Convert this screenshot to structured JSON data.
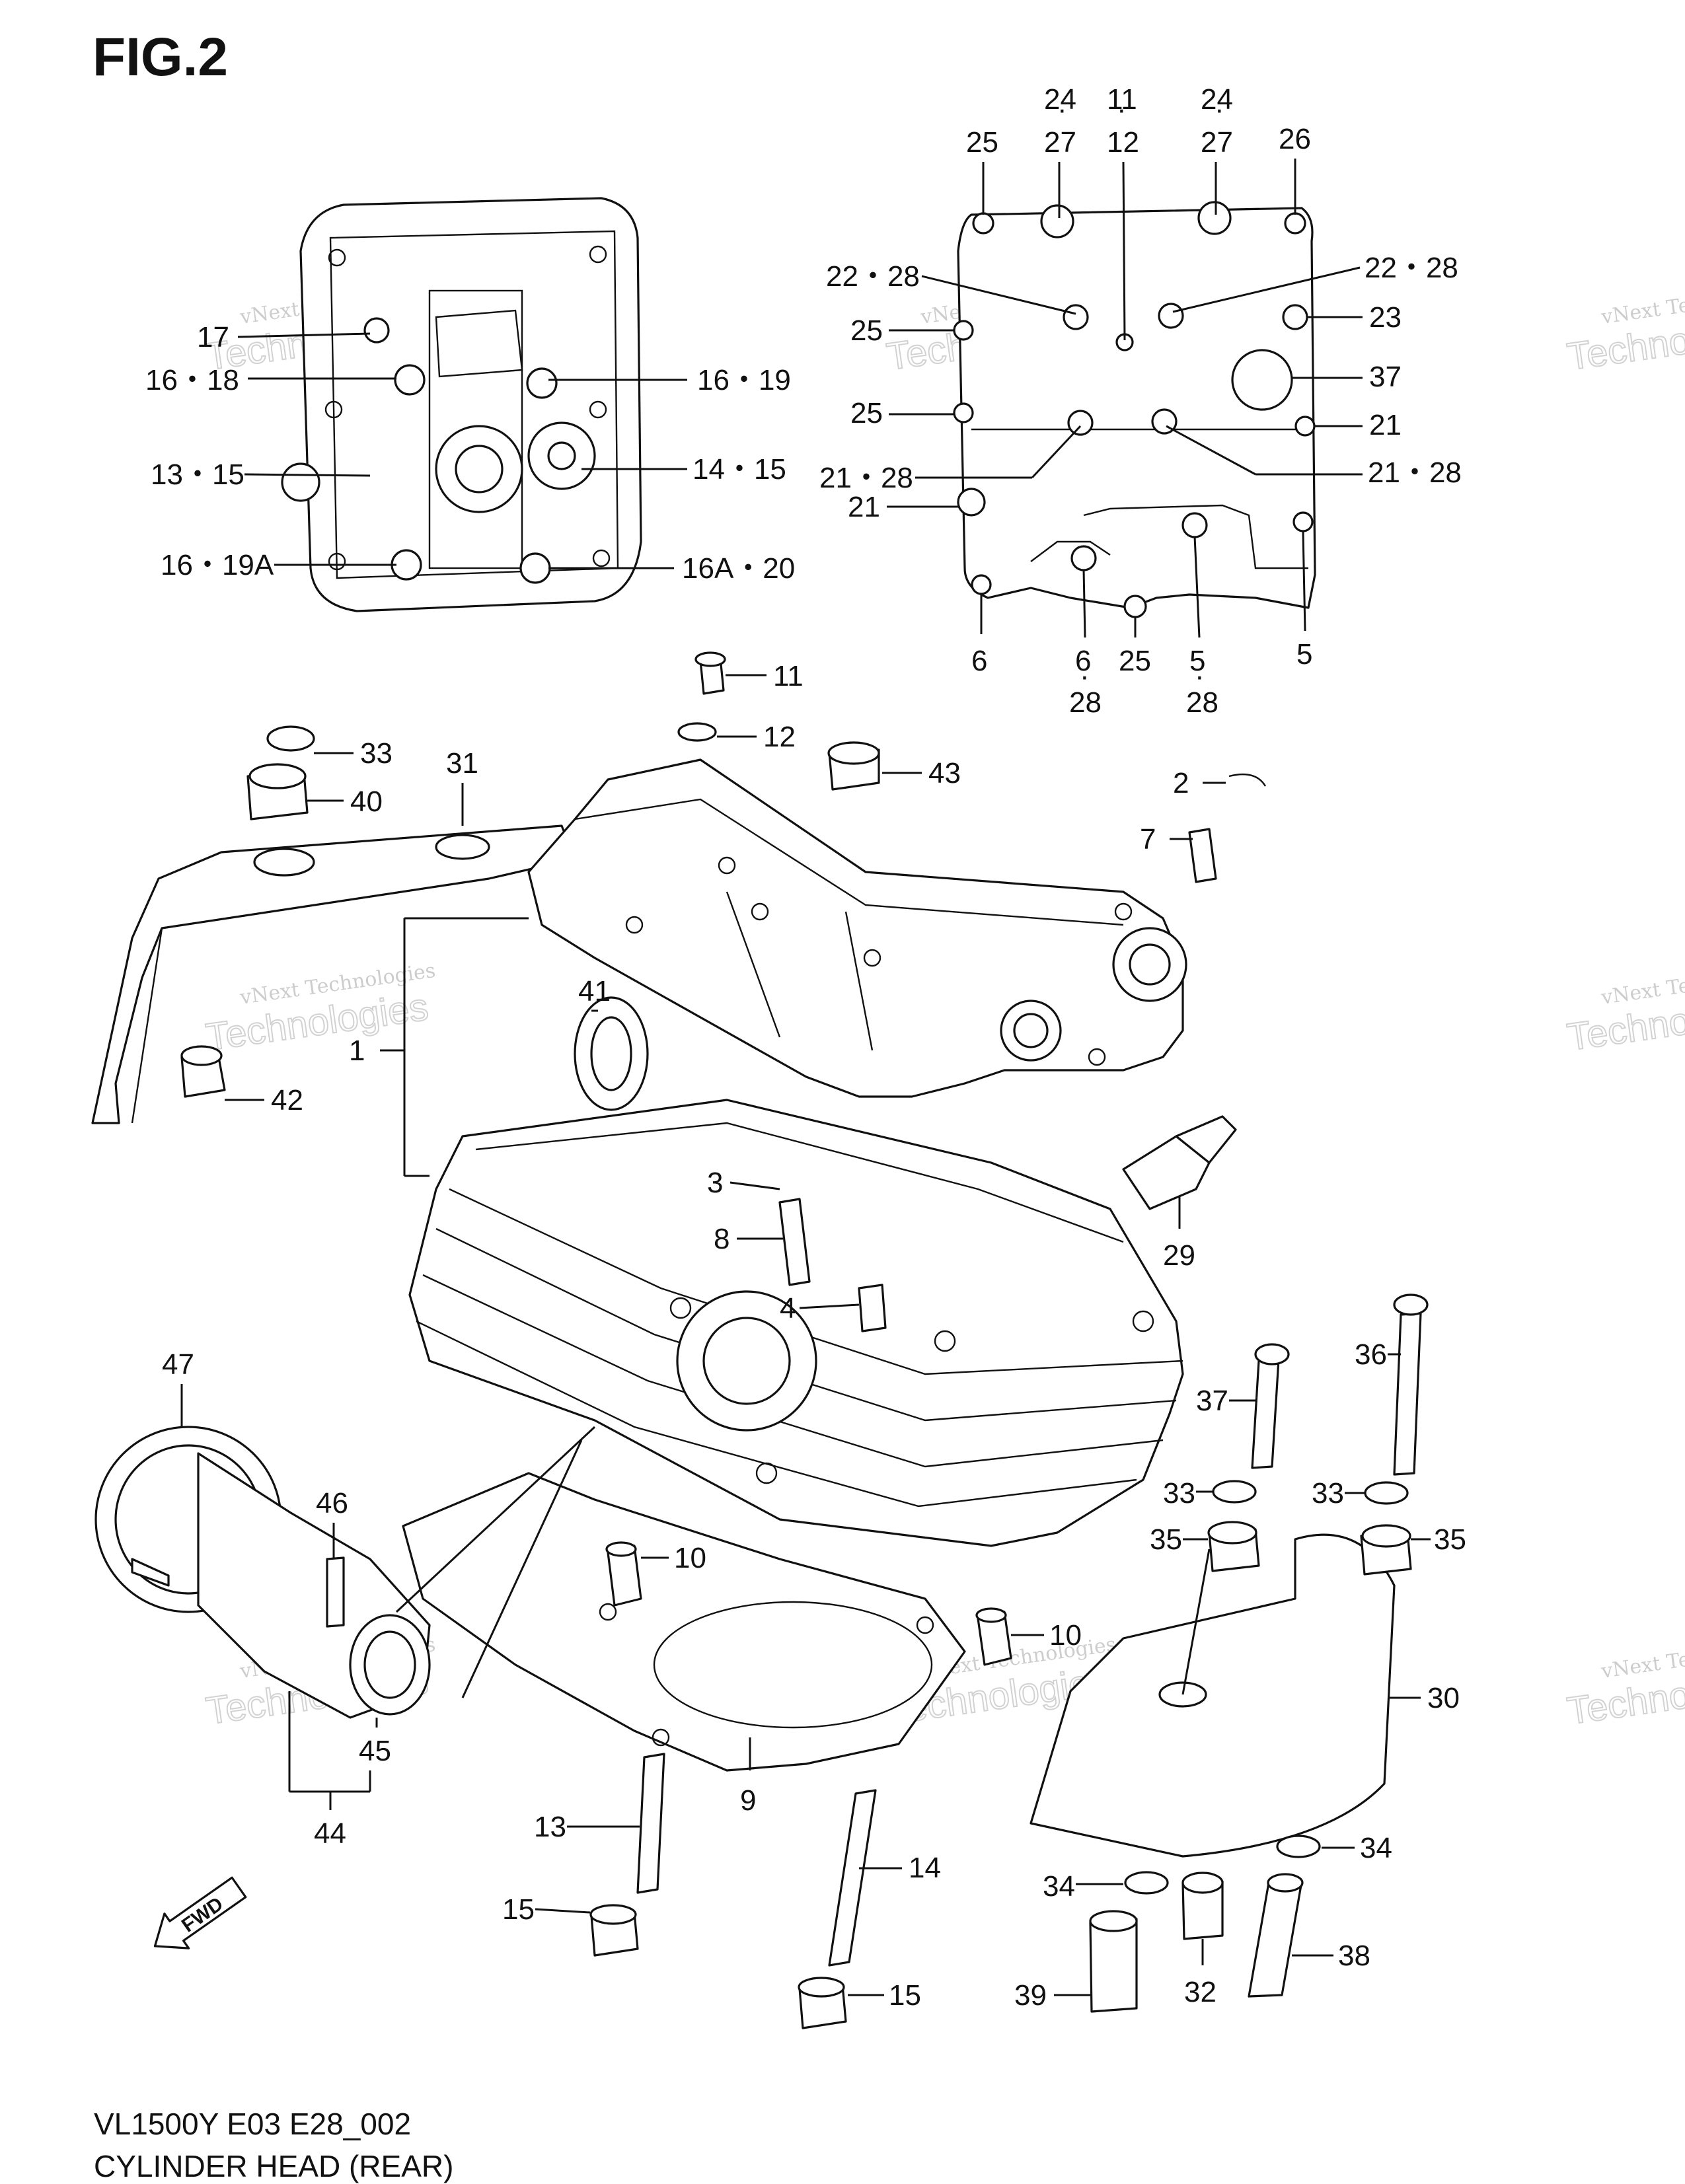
{
  "figure": {
    "title": "FIG.2",
    "model_code": "VL1500Y E03 E28_002",
    "name": "CYLINDER HEAD (REAR)"
  },
  "watermark": {
    "line1": "vNext Technologies",
    "line2": "Technologies"
  },
  "callouts": {
    "c17": "17",
    "c16_18": "16・18",
    "c16_19": "16・19",
    "c13_15": "13・15",
    "c14_15": "14・15",
    "c16_19A": "16・19A",
    "c16A_20": "16A・20",
    "c24a": "24",
    "c24b": "24",
    "c11top": "11",
    "c27a": "27",
    "c27b": "27",
    "c12top": "12",
    "c25a": "25",
    "c26": "26",
    "c22_28a": "22・28",
    "c22_28b": "22・28",
    "c23": "23",
    "c25b": "25",
    "c37top": "37",
    "c25c": "25",
    "c21a": "21",
    "c21_28a": "21・28",
    "c21_28b": "21・28",
    "c21b": "21",
    "c6a": "6",
    "c6b": "6",
    "c28a": "28",
    "c25d": "25",
    "c5a": "5",
    "c28b": "28",
    "c5b": "5",
    "c11": "11",
    "c12": "12",
    "c33a": "33",
    "c31": "31",
    "c43": "43",
    "c40": "40",
    "c2": "2",
    "c7": "7",
    "c41": "41",
    "c1": "1",
    "c42": "42",
    "c3": "3",
    "c8": "8",
    "c29": "29",
    "c4": "4",
    "c36": "36",
    "c37": "37",
    "c47": "47",
    "c33b": "33",
    "c33c": "33",
    "c46": "46",
    "c35a": "35",
    "c35b": "35",
    "c10a": "10",
    "c10b": "10",
    "c30": "30",
    "c45": "45",
    "c44": "44",
    "c9": "9",
    "c13": "13",
    "c14": "14",
    "c34a": "34",
    "c34b": "34",
    "c15a": "15",
    "c15b": "15",
    "c32": "32",
    "c39": "39",
    "c38": "38"
  },
  "fwd_label": "FWD"
}
